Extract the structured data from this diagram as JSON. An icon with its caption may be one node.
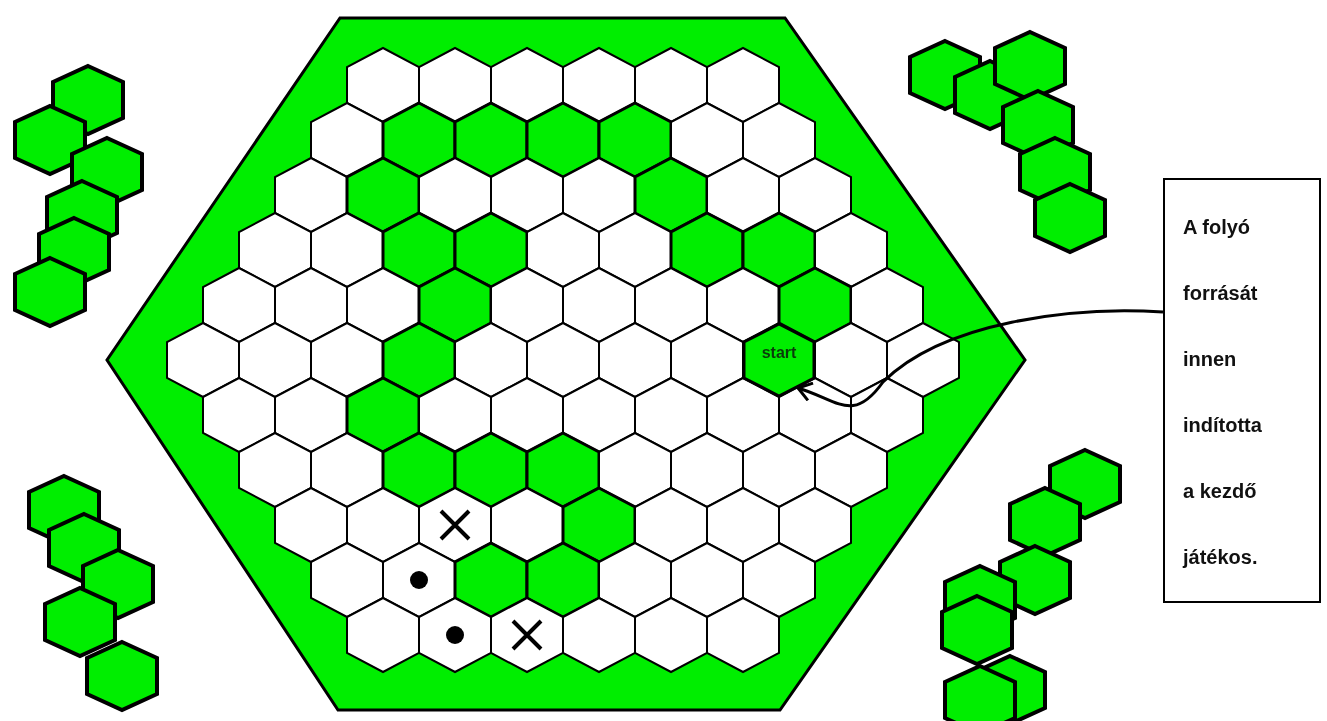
{
  "diagram": {
    "nodes": [
      {
        "text": [
          "start"
        ]
      },
      {
        "text": [
          "A folyó forrását innen indította a kezdő játékos."
        ]
      }
    ],
    "edges": [
      {
        "from": 1,
        "to": 0,
        "arrow": "to"
      }
    ]
  }
}
